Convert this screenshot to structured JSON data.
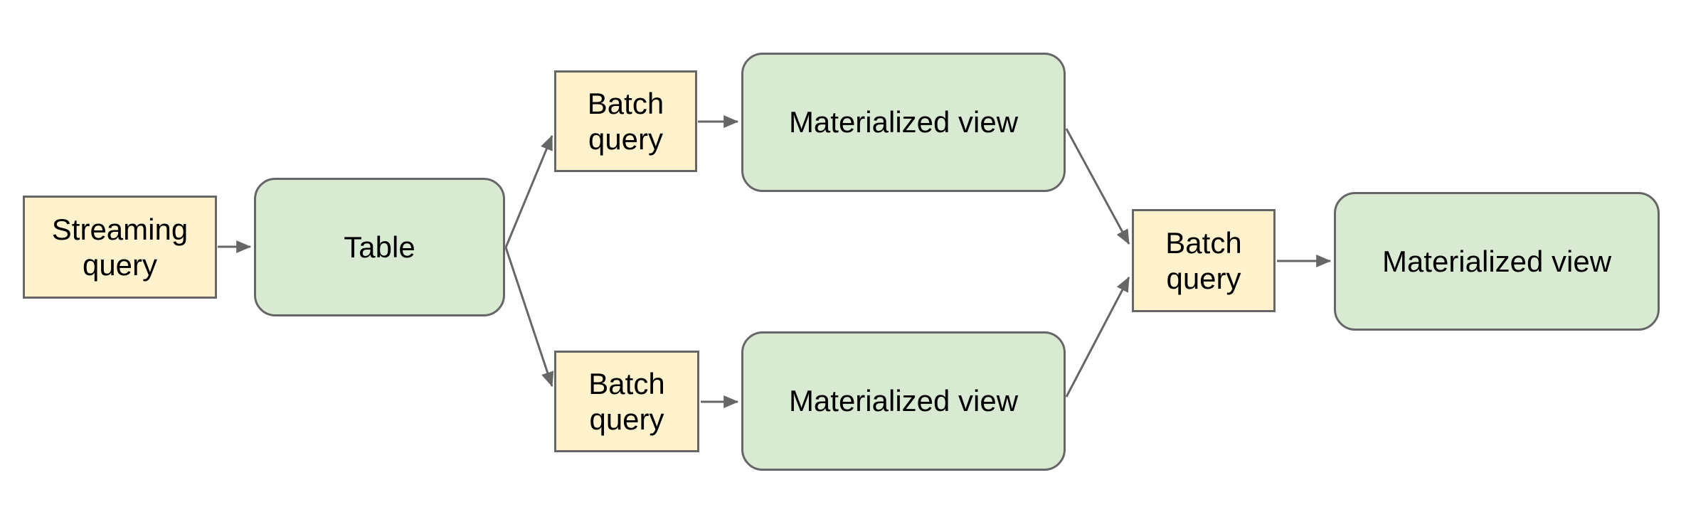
{
  "diagram": {
    "background": "#ffffff",
    "colors": {
      "query_node_fill": "#fff2cc",
      "view_node_fill": "#d9ead3",
      "node_border": "#666666",
      "arrow": "#666666",
      "text": "#000000"
    },
    "nodes": {
      "streaming_query": {
        "label": "Streaming query",
        "shape": "rectangle",
        "fill": "#fff2cc"
      },
      "table": {
        "label": "Table",
        "shape": "rounded-rectangle",
        "fill": "#d9ead3"
      },
      "batch_query_top": {
        "label": "Batch query",
        "shape": "rectangle",
        "fill": "#fff2cc"
      },
      "materialized_view_top": {
        "label": "Materialized view",
        "shape": "rounded-rectangle",
        "fill": "#d9ead3"
      },
      "batch_query_bottom": {
        "label": "Batch query",
        "shape": "rectangle",
        "fill": "#fff2cc"
      },
      "materialized_view_bottom": {
        "label": "Materialized view",
        "shape": "rounded-rectangle",
        "fill": "#d9ead3"
      },
      "batch_query_right": {
        "label": "Batch query",
        "shape": "rectangle",
        "fill": "#fff2cc"
      },
      "materialized_view_final": {
        "label": "Materialized view",
        "shape": "rounded-rectangle",
        "fill": "#d9ead3"
      }
    },
    "edges": [
      {
        "from": "streaming_query",
        "to": "table"
      },
      {
        "from": "table",
        "to": "batch_query_top"
      },
      {
        "from": "table",
        "to": "batch_query_bottom"
      },
      {
        "from": "batch_query_top",
        "to": "materialized_view_top"
      },
      {
        "from": "batch_query_bottom",
        "to": "materialized_view_bottom"
      },
      {
        "from": "materialized_view_top",
        "to": "batch_query_right"
      },
      {
        "from": "materialized_view_bottom",
        "to": "batch_query_right"
      },
      {
        "from": "batch_query_right",
        "to": "materialized_view_final"
      }
    ]
  }
}
